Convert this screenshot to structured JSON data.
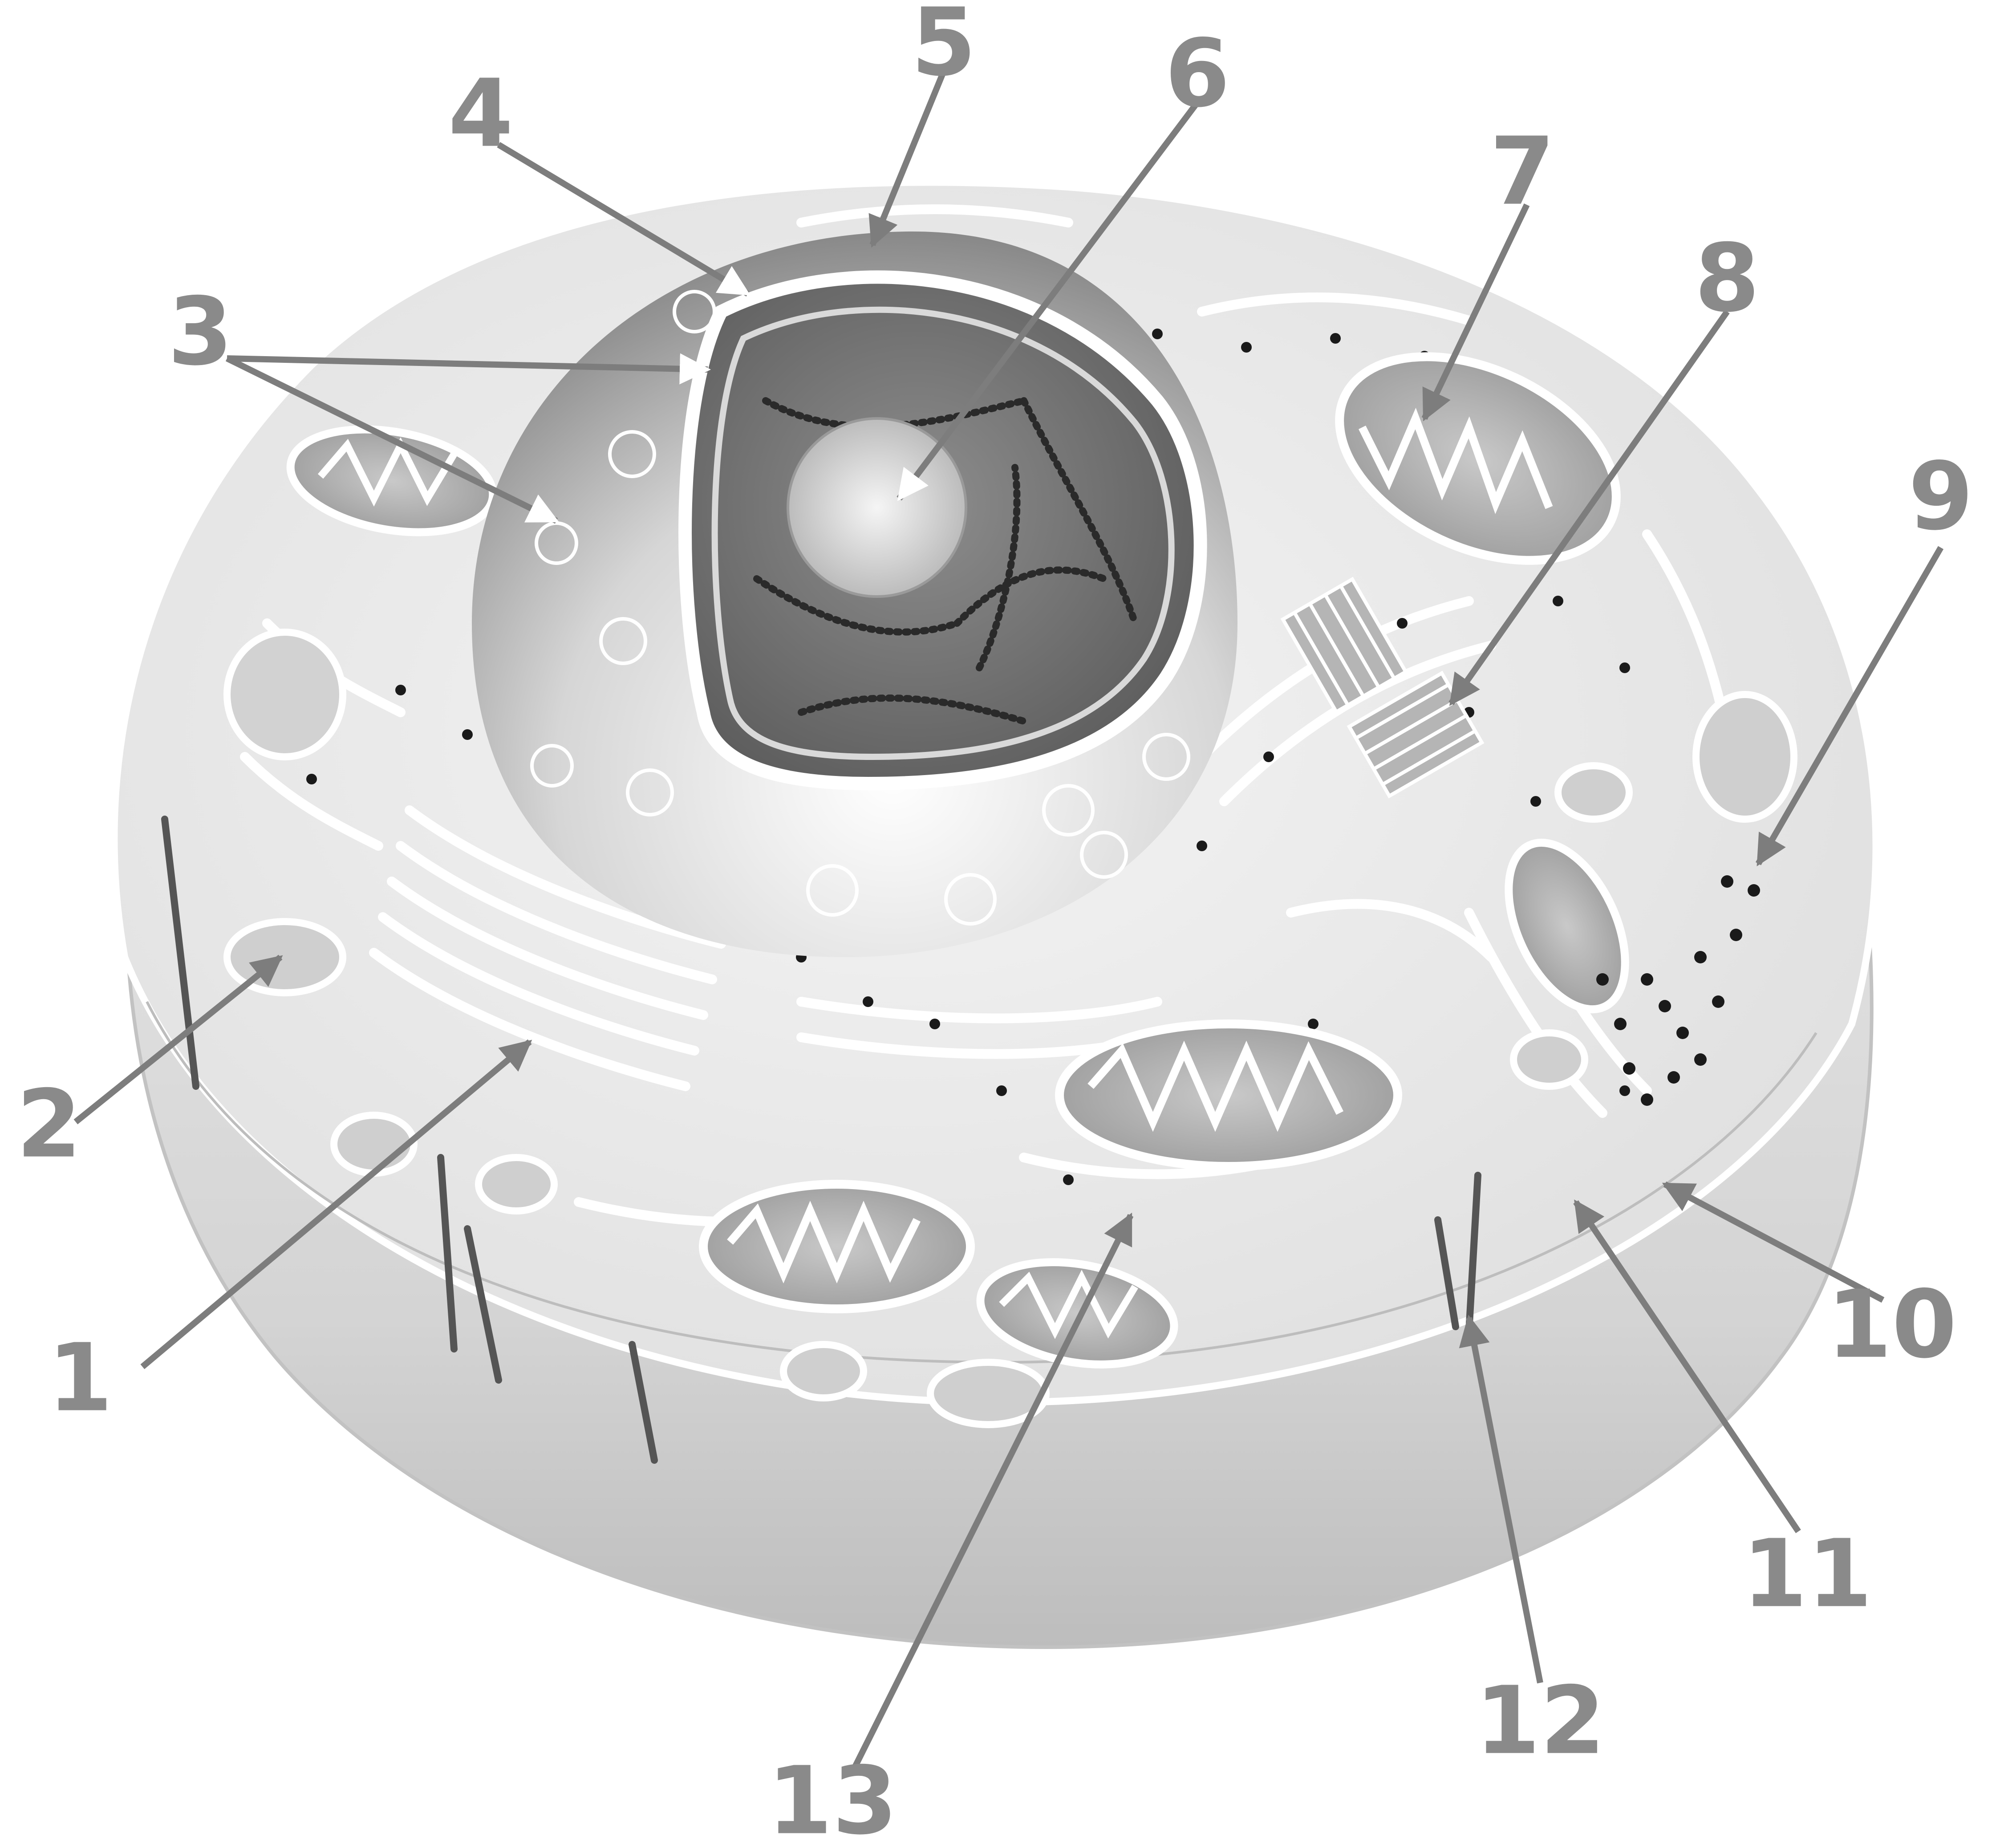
{
  "labels": [
    {
      "id": "1",
      "text": "1"
    },
    {
      "id": "2",
      "text": "2"
    },
    {
      "id": "3",
      "text": "3"
    },
    {
      "id": "4",
      "text": "4"
    },
    {
      "id": "5",
      "text": "5"
    },
    {
      "id": "6",
      "text": "6"
    },
    {
      "id": "7",
      "text": "7"
    },
    {
      "id": "8",
      "text": "8"
    },
    {
      "id": "9",
      "text": "9"
    },
    {
      "id": "10",
      "text": "10"
    },
    {
      "id": "11",
      "text": "11"
    },
    {
      "id": "12",
      "text": "12"
    },
    {
      "id": "13",
      "text": "13"
    }
  ],
  "colors": {
    "label": "#8a8a8a",
    "leader": "#7d7d7d",
    "cell_body": "#d9d9d9",
    "cytoplasm": "#ececec",
    "nucleus": "#6a6a6a",
    "nucleolus": "#cfcfcf"
  }
}
